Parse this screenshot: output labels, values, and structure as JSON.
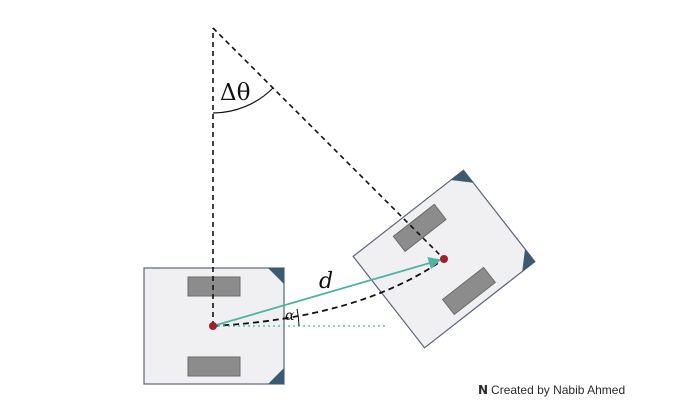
{
  "labels": {
    "delta_theta": "Δθ",
    "distance": "d",
    "alpha": "α"
  },
  "credit": {
    "logo_glyph": "N",
    "text": "Created by Nabib Ahmed"
  },
  "colors": {
    "robot_body": "#f0f0f2",
    "robot_border": "#5a6478",
    "wheel": "#8c8c8c",
    "corner_marker": "#3d5a73",
    "center_point": "#a0202a",
    "distance_arrow": "#4fb3a4",
    "dashed_line": "#111111"
  }
}
